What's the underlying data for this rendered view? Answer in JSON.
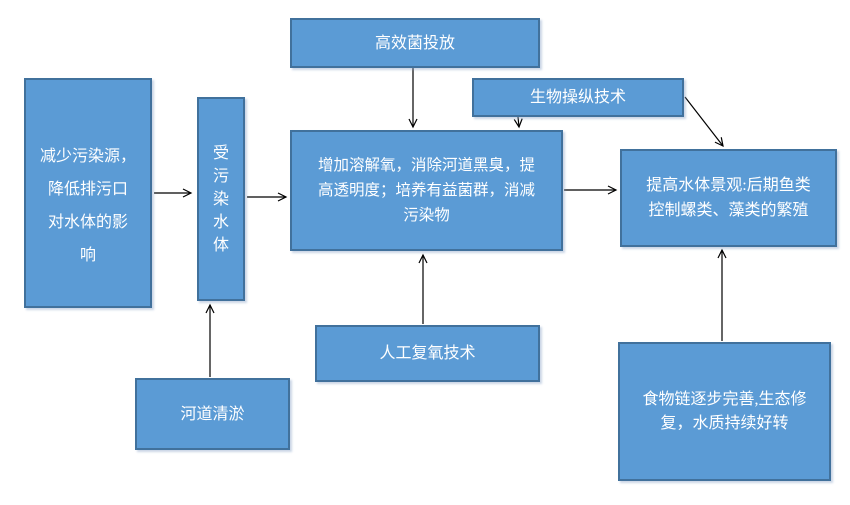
{
  "diagram": {
    "background_color": "#FFFFFF",
    "node_fill_color": "#5B9BD5",
    "node_border_color": "#41719C",
    "node_text_color": "#FFFFFF",
    "arrow_color": "#000000",
    "nodes": {
      "reduce_pollution": {
        "label": "减少污染源，\n降低排污口\n对水体的影\n响"
      },
      "polluted_water": {
        "label": "受\n污\n染\n水\n体"
      },
      "bacteria": {
        "label": "高效菌投放"
      },
      "biomanipulation": {
        "label": "生物操纵技术"
      },
      "treatment": {
        "label": "增加溶解氧，消除河道黑臭，提\n高透明度；培养有益菌群，消减\n污染物"
      },
      "landscape": {
        "label": "提高水体景观:后期鱼类\n控制螺类、藻类的繁殖"
      },
      "reoxygenation": {
        "label": "人工复氧技术"
      },
      "dredging": {
        "label": "河道清淤"
      },
      "food_chain": {
        "label": "食物链逐步完善,生态修\n复，水质持续好转"
      }
    },
    "edges": [
      {
        "from": "reduce_pollution",
        "to": "polluted_water"
      },
      {
        "from": "polluted_water",
        "to": "treatment"
      },
      {
        "from": "bacteria",
        "to": "treatment"
      },
      {
        "from": "biomanipulation",
        "to": "treatment"
      },
      {
        "from": "biomanipulation",
        "to": "landscape"
      },
      {
        "from": "treatment",
        "to": "landscape"
      },
      {
        "from": "reoxygenation",
        "to": "treatment"
      },
      {
        "from": "dredging",
        "to": "polluted_water"
      },
      {
        "from": "food_chain",
        "to": "landscape"
      }
    ]
  }
}
